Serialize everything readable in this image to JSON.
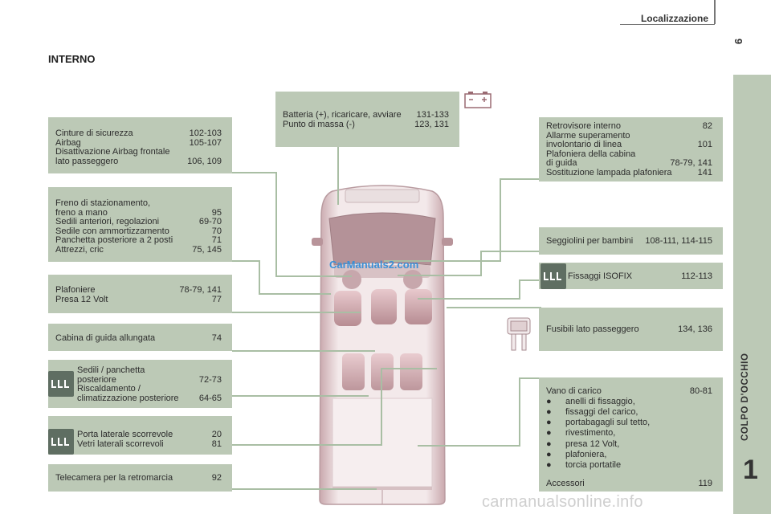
{
  "header": {
    "title": "Localizzazione",
    "page_number": "9"
  },
  "section_title": "INTERNO",
  "sidebar": {
    "label": "COLPO D'OCCHIO",
    "chapter": "1"
  },
  "watermarks": {
    "small": "CarManuals2.com",
    "large": "carmanualsonline.info"
  },
  "callouts": {
    "cinture": [
      {
        "label": "Cinture di sicurezza",
        "pages": "102-103"
      },
      {
        "label": "Airbag",
        "pages": "105-107"
      },
      {
        "label": "Disattivazione Airbag frontale\nlato passeggero",
        "pages": "106, 109"
      }
    ],
    "freno": [
      {
        "label": "Freno di stazionamento,\nfreno a mano",
        "pages": "95"
      },
      {
        "label": "Sedili anteriori, regolazioni",
        "pages": "69-70"
      },
      {
        "label": "Sedile con ammortizzamento",
        "pages": "70"
      },
      {
        "label": "Panchetta posteriore a 2 posti",
        "pages": "71"
      },
      {
        "label": "Attrezzi, cric",
        "pages": "75, 145"
      }
    ],
    "plafoniere": [
      {
        "label": "Plafoniere",
        "pages": "78-79, 141"
      },
      {
        "label": "Presa 12 Volt",
        "pages": "77"
      }
    ],
    "cabina": [
      {
        "label": "Cabina di guida allungata",
        "pages": "74"
      }
    ],
    "sedili": [
      {
        "label": "Sedili / panchetta\nposteriore",
        "pages": "72-73"
      },
      {
        "label": "Riscaldamento /\nclimatizzazione posteriore",
        "pages": "64-65"
      }
    ],
    "porta": [
      {
        "label": "Porta laterale  scorrevole",
        "pages": "20"
      },
      {
        "label": "Vetri laterali  scorrevoli",
        "pages": "81"
      }
    ],
    "telecamera": [
      {
        "label": "Telecamera per la retromarcia",
        "pages": "92"
      }
    ],
    "batteria": [
      {
        "label": "Batteria (+), ricaricare, avviare",
        "pages": "131-133"
      },
      {
        "label": "Punto di massa (-)",
        "pages": "123, 131"
      }
    ],
    "retrovisore": [
      {
        "label": "Retrovisore interno",
        "pages": "82"
      },
      {
        "label": "Allarme superamento\ninvolontario di linea",
        "pages": "101"
      },
      {
        "label": "Plafoniera della cabina\ndi guida",
        "pages": "78-79, 141"
      },
      {
        "label": "Sostituzione lampada plafoniera",
        "pages": "141"
      }
    ],
    "seggiolini": [
      {
        "label": "Seggiolini per bambini",
        "pages": "108-111, 114-115"
      }
    ],
    "isofix": [
      {
        "label": "Fissaggi  ISOFIX",
        "pages": "112-113"
      }
    ],
    "fusibili": [
      {
        "label": "Fusibili lato passeggero",
        "pages": "134, 136"
      }
    ],
    "vano": {
      "title": {
        "label": "Vano di carico",
        "pages": "80-81"
      },
      "bullets": [
        "anelli di fissaggio,",
        "fissaggi del carico,",
        "portabagagli sul tetto,",
        "rivestimento,",
        "presa 12 Volt,",
        "plafoniera,",
        "torcia portatile"
      ],
      "bullet_glyph": "●",
      "accessori": {
        "label": "Accessori",
        "pages": "119"
      }
    }
  },
  "colors": {
    "box_bg": "#bcc9b6",
    "isofix_bg": "#5f6e62",
    "line": "#a9bea4"
  }
}
